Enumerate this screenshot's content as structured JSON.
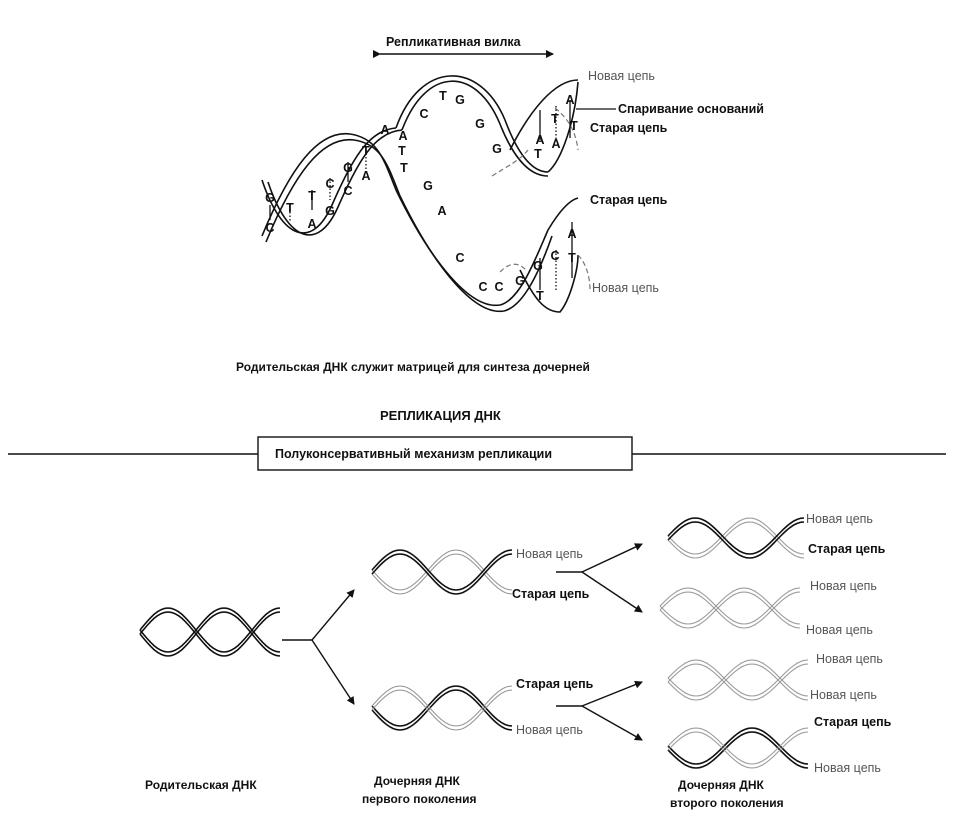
{
  "top": {
    "fork_label": "Репликативная вилка",
    "new_strand_upper": "Новая цепь",
    "base_pairing": "Спаривание оснований",
    "old_strand_upper": "Старая цепь",
    "old_strand_lower": "Старая цепь",
    "new_strand_lower": "Новая цепь",
    "caption": "Родительская ДНК служит матрицей для синтеза дочерней",
    "bases_left": [
      "G",
      "C",
      "T",
      "A",
      "T",
      "A",
      "C",
      "G",
      "G",
      "C",
      "C",
      "G",
      "T",
      "A",
      "T",
      "A"
    ],
    "bases_upper": [
      "C",
      "T",
      "G",
      "G",
      "G",
      "A",
      "T",
      "A",
      "T",
      "A",
      "T"
    ],
    "bases_lower": [
      "G",
      "A",
      "C",
      "C",
      "C",
      "G",
      "G",
      "C",
      "A",
      "T",
      "T",
      "A",
      "A",
      "T"
    ]
  },
  "section_title": "РЕПЛИКАЦИЯ ДНК",
  "mechanism_box": "Полуконсервативный  механизм репликации",
  "bottom": {
    "first_gen_top": {
      "new": "Новая цепь",
      "old": "Старая цепь"
    },
    "first_gen_bottom": {
      "old": "Старая цепь",
      "new": "Новая цепь"
    },
    "second_gen": [
      {
        "first": "Новая цепь",
        "second": "Старая цепь"
      },
      {
        "first": "Новая цепь",
        "second": "Новая цепь"
      },
      {
        "first": "Новая цепь",
        "second": "Новая цепь"
      },
      {
        "first": "Старая цепь",
        "second": "Новая цепь"
      }
    ],
    "parent_caption": "Родительская ДНК",
    "first_gen_caption_1": "Дочерняя  ДНК",
    "first_gen_caption_2": "первого поколения",
    "second_gen_caption_1": "Дочерняя ДНК",
    "second_gen_caption_2": "второго поколения"
  }
}
